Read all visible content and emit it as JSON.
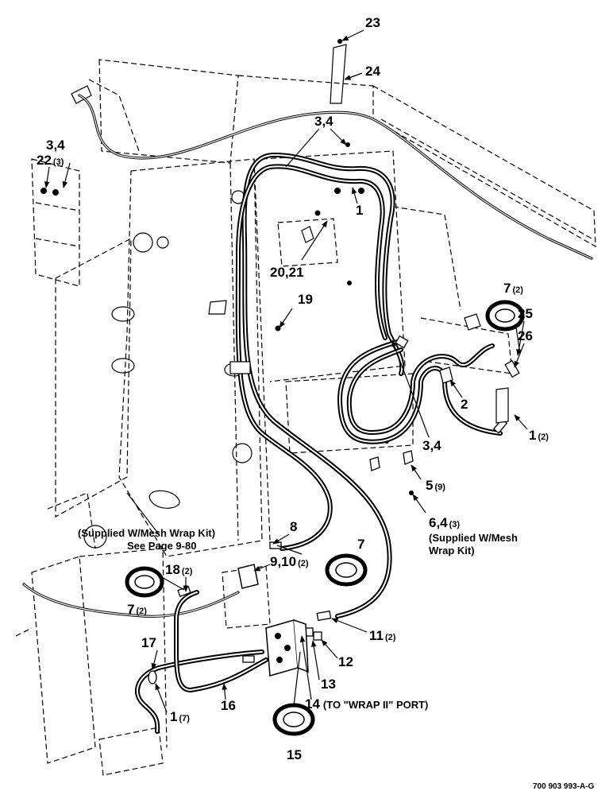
{
  "callouts": [
    {
      "id": "c23",
      "label": "23"
    },
    {
      "id": "c24",
      "label": "24"
    },
    {
      "id": "c34a",
      "label": "3,4"
    },
    {
      "id": "c34b",
      "label": "3,4"
    },
    {
      "id": "c22",
      "label": "22",
      "sub": "(3)"
    },
    {
      "id": "c1a",
      "label": "1"
    },
    {
      "id": "c2021",
      "label": "20,21"
    },
    {
      "id": "c19",
      "label": "19"
    },
    {
      "id": "c7a",
      "label": "7",
      "sub": "(2)"
    },
    {
      "id": "c25",
      "label": "25"
    },
    {
      "id": "c26",
      "label": "26"
    },
    {
      "id": "c2",
      "label": "2"
    },
    {
      "id": "c1b",
      "label": "1",
      "sub": "(2)"
    },
    {
      "id": "c34c",
      "label": "3,4"
    },
    {
      "id": "c5",
      "label": "5",
      "sub": "(9)"
    },
    {
      "id": "c64",
      "label": "6,4",
      "sub": "(3)"
    },
    {
      "id": "c8",
      "label": "8"
    },
    {
      "id": "c7b",
      "label": "7"
    },
    {
      "id": "c18",
      "label": "18",
      "sub": "(2)"
    },
    {
      "id": "c910",
      "label": "9,10",
      "sub": "(2)"
    },
    {
      "id": "c7c",
      "label": "7",
      "sub": "(2)"
    },
    {
      "id": "c11",
      "label": "11",
      "sub": "(2)"
    },
    {
      "id": "c12",
      "label": "12"
    },
    {
      "id": "c17",
      "label": "17"
    },
    {
      "id": "c13",
      "label": "13"
    },
    {
      "id": "c14",
      "label": "14",
      "sub": "(TO \"WRAP II\" PORT)"
    },
    {
      "id": "c16",
      "label": "16"
    },
    {
      "id": "c1c",
      "label": "1",
      "sub": "(7)"
    },
    {
      "id": "c15",
      "label": "15"
    }
  ],
  "notes": {
    "mesh_kit_left_1": "(Supplied W/Mesh Wrap Kit)",
    "mesh_kit_left_2": "See Page 9-80",
    "mesh_kit_right_1": "(Supplied W/Mesh",
    "mesh_kit_right_2": "Wrap Kit)"
  },
  "figure_ref": "700 903 993-A-G"
}
